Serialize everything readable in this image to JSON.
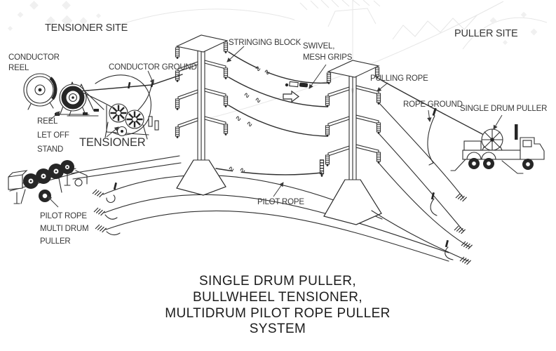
{
  "page": {
    "background": "#ffffff",
    "ink_color": "#2f2f2f",
    "label_color": "#383838",
    "caption_color": "#1c1c1c",
    "watermark_color": "#e6e6e6"
  },
  "sites": {
    "tensioner_site": "TENSIONER SITE",
    "puller_site": "PULLER SITE"
  },
  "labels": {
    "conductor_reel": {
      "l1": "CONDUCTOR",
      "l2": "REEL"
    },
    "conductor_ground": "CONDUCTOR GROUND",
    "stringing_block": "STRINGING BLOCK",
    "swivel": {
      "l1": "SWIVEL,",
      "l2": "MESH GRIPS"
    },
    "pulling_rope": "PULLING ROPE",
    "rope_ground": "ROPE GROUND",
    "single_drum_puller": "SINGLE DRUM PULLER",
    "reel_let_off": {
      "l1": "REEL",
      "l2": "LET OFF",
      "l3": "STAND"
    },
    "tensioner": "TENSIONER",
    "multi_drum_puller": {
      "l1": "PILOT ROPE",
      "l2": "MULTI DRUM",
      "l3": "PULLER"
    },
    "pilot_rope": "PILOT ROPE"
  },
  "caption": {
    "l1": "SINGLE DRUM PULLER,",
    "l2": "BULLWHEEL TENSIONER,",
    "l3": "MULTIDRUM PILOT ROPE PULLER",
    "l4": "SYSTEM"
  }
}
